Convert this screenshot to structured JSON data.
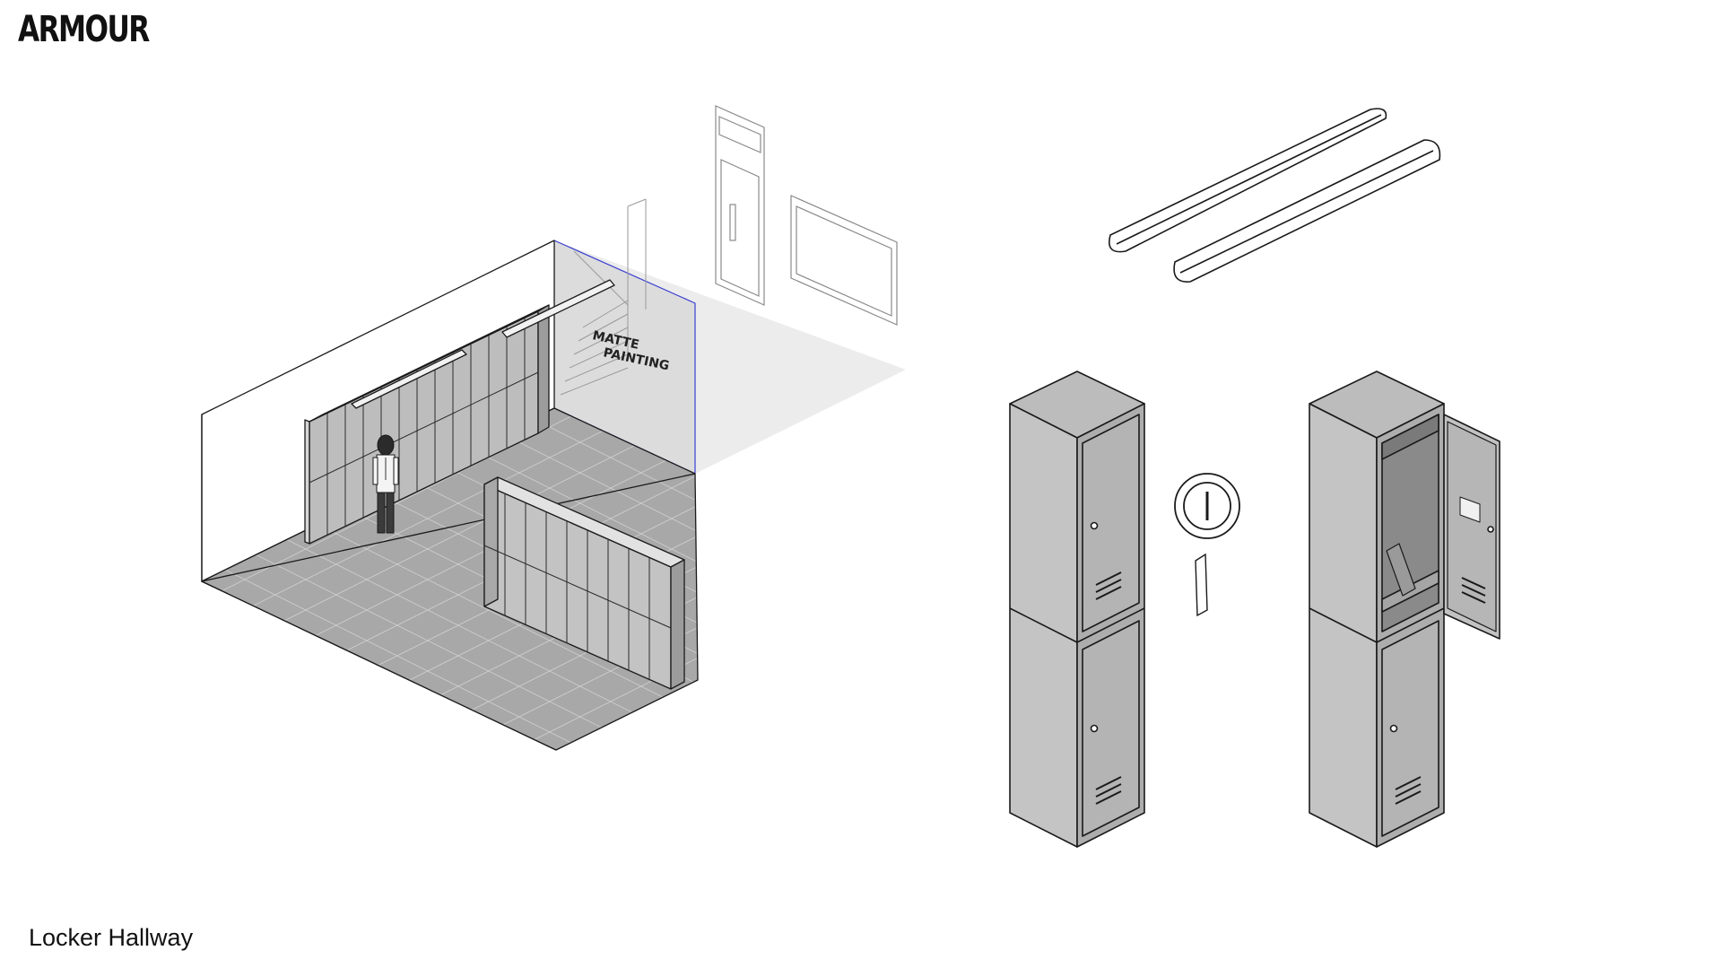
{
  "brand": {
    "logo_text": "ARMOUR"
  },
  "sheet": {
    "caption": "Locker Hallway"
  },
  "annotations": {
    "matte_line1": "MATTE",
    "matte_line2": "PAINTING"
  },
  "colors": {
    "line": "#1a1a1a",
    "floor_tile": "#a9a9a9",
    "locker_body": "#b8b8b8",
    "locker_dark": "#8e8e8e",
    "wall_light": "#e6e6e6",
    "matte_outline": "#3a3fd0"
  }
}
